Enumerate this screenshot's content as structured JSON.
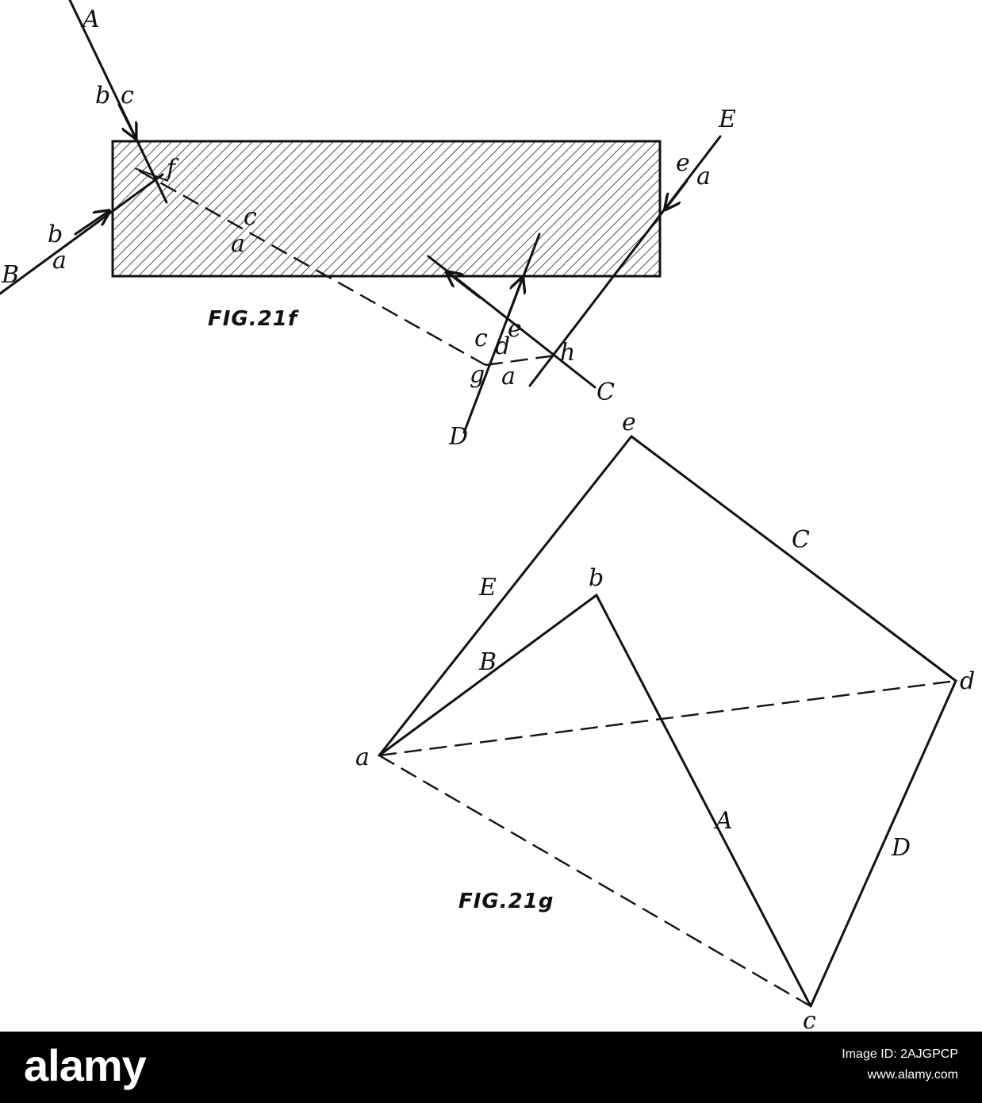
{
  "fig_f": {
    "caption": "FIG.21f",
    "labels": {
      "A": "A",
      "B": "B",
      "C": "C",
      "D": "D",
      "E": "E",
      "bc_b": "b",
      "bc_c": "c",
      "ba_b": "b",
      "ba_a": "a",
      "ea_e": "e",
      "ea_a": "a",
      "f": "f",
      "mid_c": "c",
      "mid_a": "a",
      "g": "g",
      "h": "h",
      "lo_c": "c",
      "lo_d": "d",
      "lo_e": "e",
      "lo_a": "a"
    }
  },
  "fig_g": {
    "caption": "FIG.21g",
    "labels": {
      "e": "e",
      "b": "b",
      "a": "a",
      "d": "d",
      "c": "c",
      "E": "E",
      "C": "C",
      "B": "B",
      "A": "A",
      "D": "D"
    }
  },
  "footer": {
    "brand": "alamy",
    "line1": "Image ID: 2AJGPCP",
    "line2": "www.alamy.com"
  },
  "colors": {
    "ink": "#111111",
    "footer_bg": "#000000",
    "footer_text": "#ffffff"
  }
}
